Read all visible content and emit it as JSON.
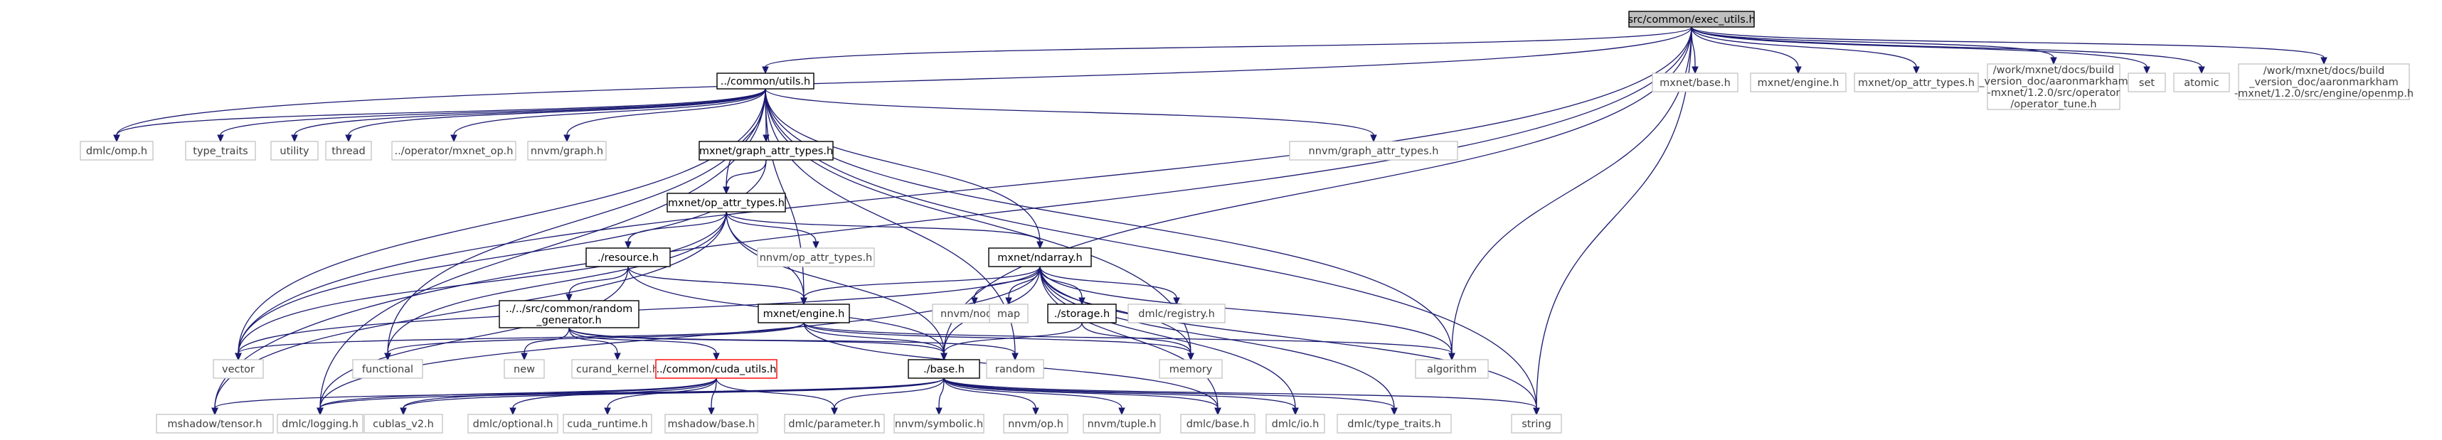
{
  "graph": {
    "nodes": [
      {
        "id": "root",
        "kind": "root",
        "lines": [
          "src/common/exec_utils.h"
        ]
      },
      {
        "id": "common_utils",
        "kind": "doc",
        "lines": [
          "../common/utils.h"
        ]
      },
      {
        "id": "mxnet_base",
        "kind": "ext",
        "lines": [
          "mxnet/base.h"
        ]
      },
      {
        "id": "mxnet_engine_ext",
        "kind": "ext",
        "lines": [
          "mxnet/engine.h"
        ]
      },
      {
        "id": "mxnet_op_attr_ext",
        "kind": "ext",
        "lines": [
          "mxnet/op_attr_types.h"
        ]
      },
      {
        "id": "operator_tune",
        "kind": "ext",
        "lines": [
          "/work/mxnet/docs/build",
          "_version_doc/aaronmarkham",
          "-mxnet/1.2.0/src/operator",
          "/operator_tune.h"
        ]
      },
      {
        "id": "set",
        "kind": "ext",
        "lines": [
          "set"
        ]
      },
      {
        "id": "atomic",
        "kind": "ext",
        "lines": [
          "atomic"
        ]
      },
      {
        "id": "openmp",
        "kind": "ext",
        "lines": [
          "/work/mxnet/docs/build",
          "_version_doc/aaronmarkham",
          "-mxnet/1.2.0/src/engine/openmp.h"
        ]
      },
      {
        "id": "dmlc_omp",
        "kind": "ext",
        "lines": [
          "dmlc/omp.h"
        ]
      },
      {
        "id": "type_traits",
        "kind": "ext",
        "lines": [
          "type_traits"
        ]
      },
      {
        "id": "utility",
        "kind": "ext",
        "lines": [
          "utility"
        ]
      },
      {
        "id": "thread",
        "kind": "ext",
        "lines": [
          "thread"
        ]
      },
      {
        "id": "mxnet_op",
        "kind": "ext",
        "lines": [
          "../operator/mxnet_op.h"
        ]
      },
      {
        "id": "nnvm_graph",
        "kind": "ext",
        "lines": [
          "nnvm/graph.h"
        ]
      },
      {
        "id": "graph_attr",
        "kind": "doc",
        "lines": [
          "mxnet/graph_attr_types.h"
        ]
      },
      {
        "id": "nnvm_graph_attr",
        "kind": "ext",
        "lines": [
          "nnvm/graph_attr_types.h"
        ]
      },
      {
        "id": "op_attr",
        "kind": "doc",
        "lines": [
          "mxnet/op_attr_types.h"
        ]
      },
      {
        "id": "resource",
        "kind": "doc",
        "lines": [
          "./resource.h"
        ]
      },
      {
        "id": "nnvm_op_attr",
        "kind": "ext",
        "lines": [
          "nnvm/op_attr_types.h"
        ]
      },
      {
        "id": "ndarray",
        "kind": "doc",
        "lines": [
          "mxnet/ndarray.h"
        ]
      },
      {
        "id": "random_gen",
        "kind": "doc",
        "lines": [
          "../../src/common/random",
          "_generator.h"
        ]
      },
      {
        "id": "engine",
        "kind": "doc",
        "lines": [
          "mxnet/engine.h"
        ]
      },
      {
        "id": "nnvm_node",
        "kind": "ext",
        "lines": [
          "nnvm/node.h"
        ]
      },
      {
        "id": "map",
        "kind": "ext",
        "lines": [
          "map"
        ]
      },
      {
        "id": "storage",
        "kind": "doc",
        "lines": [
          "./storage.h"
        ]
      },
      {
        "id": "dmlc_registry",
        "kind": "ext",
        "lines": [
          "dmlc/registry.h"
        ]
      },
      {
        "id": "vector",
        "kind": "ext",
        "lines": [
          "vector"
        ]
      },
      {
        "id": "functional",
        "kind": "ext",
        "lines": [
          "functional"
        ]
      },
      {
        "id": "new",
        "kind": "ext",
        "lines": [
          "new"
        ]
      },
      {
        "id": "curand_kernel",
        "kind": "ext",
        "lines": [
          "curand_kernel.h"
        ]
      },
      {
        "id": "cuda_utils",
        "kind": "red",
        "lines": [
          "../common/cuda_utils.h"
        ]
      },
      {
        "id": "base",
        "kind": "doc",
        "lines": [
          "./base.h"
        ]
      },
      {
        "id": "random",
        "kind": "ext",
        "lines": [
          "random"
        ]
      },
      {
        "id": "memory",
        "kind": "ext",
        "lines": [
          "memory"
        ]
      },
      {
        "id": "algorithm",
        "kind": "ext",
        "lines": [
          "algorithm"
        ]
      },
      {
        "id": "mshadow_tensor",
        "kind": "ext",
        "lines": [
          "mshadow/tensor.h"
        ]
      },
      {
        "id": "dmlc_logging",
        "kind": "ext",
        "lines": [
          "dmlc/logging.h"
        ]
      },
      {
        "id": "cublas",
        "kind": "ext",
        "lines": [
          "cublas_v2.h"
        ]
      },
      {
        "id": "dmlc_optional",
        "kind": "ext",
        "lines": [
          "dmlc/optional.h"
        ]
      },
      {
        "id": "cuda_runtime",
        "kind": "ext",
        "lines": [
          "cuda_runtime.h"
        ]
      },
      {
        "id": "mshadow_base",
        "kind": "ext",
        "lines": [
          "mshadow/base.h"
        ]
      },
      {
        "id": "dmlc_parameter",
        "kind": "ext",
        "lines": [
          "dmlc/parameter.h"
        ]
      },
      {
        "id": "nnvm_symbolic",
        "kind": "ext",
        "lines": [
          "nnvm/symbolic.h"
        ]
      },
      {
        "id": "nnvm_op",
        "kind": "ext",
        "lines": [
          "nnvm/op.h"
        ]
      },
      {
        "id": "nnvm_tuple",
        "kind": "ext",
        "lines": [
          "nnvm/tuple.h"
        ]
      },
      {
        "id": "dmlc_base",
        "kind": "ext",
        "lines": [
          "dmlc/base.h"
        ]
      },
      {
        "id": "dmlc_io",
        "kind": "ext",
        "lines": [
          "dmlc/io.h"
        ]
      },
      {
        "id": "dmlc_type_traits",
        "kind": "ext",
        "lines": [
          "dmlc/type_traits.h"
        ]
      },
      {
        "id": "string",
        "kind": "ext",
        "lines": [
          "string"
        ]
      }
    ],
    "edges": [
      [
        "root",
        "common_utils"
      ],
      [
        "root",
        "mxnet_base"
      ],
      [
        "root",
        "mxnet_engine_ext"
      ],
      [
        "root",
        "mxnet_op_attr_ext"
      ],
      [
        "root",
        "operator_tune"
      ],
      [
        "root",
        "set"
      ],
      [
        "root",
        "atomic"
      ],
      [
        "root",
        "openmp"
      ],
      [
        "root",
        "dmlc_omp"
      ],
      [
        "root",
        "vector"
      ],
      [
        "root",
        "mshadow_tensor"
      ],
      [
        "root",
        "base"
      ],
      [
        "root",
        "algorithm"
      ],
      [
        "root",
        "string"
      ],
      [
        "common_utils",
        "dmlc_omp"
      ],
      [
        "common_utils",
        "type_traits"
      ],
      [
        "common_utils",
        "utility"
      ],
      [
        "common_utils",
        "thread"
      ],
      [
        "common_utils",
        "mxnet_op"
      ],
      [
        "common_utils",
        "nnvm_graph"
      ],
      [
        "common_utils",
        "graph_attr"
      ],
      [
        "common_utils",
        "nnvm_graph_attr"
      ],
      [
        "common_utils",
        "op_attr"
      ],
      [
        "common_utils",
        "ndarray"
      ],
      [
        "common_utils",
        "engine"
      ],
      [
        "common_utils",
        "vector"
      ],
      [
        "common_utils",
        "functional"
      ],
      [
        "common_utils",
        "dmlc_logging"
      ],
      [
        "common_utils",
        "memory"
      ],
      [
        "common_utils",
        "random"
      ],
      [
        "common_utils",
        "algorithm"
      ],
      [
        "common_utils",
        "string"
      ],
      [
        "graph_attr",
        "vector"
      ],
      [
        "graph_attr",
        "op_attr"
      ],
      [
        "op_attr",
        "resource"
      ],
      [
        "op_attr",
        "nnvm_op_attr"
      ],
      [
        "op_attr",
        "ndarray"
      ],
      [
        "op_attr",
        "engine"
      ],
      [
        "op_attr",
        "base"
      ],
      [
        "op_attr",
        "vector"
      ],
      [
        "op_attr",
        "functional"
      ],
      [
        "op_attr",
        "mshadow_tensor"
      ],
      [
        "resource",
        "random_gen"
      ],
      [
        "resource",
        "engine"
      ],
      [
        "resource",
        "base"
      ],
      [
        "resource",
        "dmlc_logging"
      ],
      [
        "random_gen",
        "new"
      ],
      [
        "random_gen",
        "curand_kernel"
      ],
      [
        "random_gen",
        "cuda_utils"
      ],
      [
        "random_gen",
        "random"
      ],
      [
        "random_gen",
        "base"
      ],
      [
        "ndarray",
        "engine"
      ],
      [
        "ndarray",
        "nnvm_node"
      ],
      [
        "ndarray",
        "map"
      ],
      [
        "ndarray",
        "storage"
      ],
      [
        "ndarray",
        "dmlc_registry"
      ],
      [
        "ndarray",
        "base"
      ],
      [
        "ndarray",
        "vector"
      ],
      [
        "ndarray",
        "memory"
      ],
      [
        "ndarray",
        "algorithm"
      ],
      [
        "ndarray",
        "string"
      ],
      [
        "ndarray",
        "dmlc_io"
      ],
      [
        "ndarray",
        "dmlc_type_traits"
      ],
      [
        "ndarray",
        "dmlc_base"
      ],
      [
        "ndarray",
        "dmlc_logging"
      ],
      [
        "engine",
        "base"
      ],
      [
        "engine",
        "vector"
      ],
      [
        "engine",
        "functional"
      ],
      [
        "engine",
        "memory"
      ],
      [
        "engine",
        "algorithm"
      ],
      [
        "engine",
        "dmlc_base"
      ],
      [
        "storage",
        "base"
      ],
      [
        "storage",
        "memory"
      ],
      [
        "cuda_utils",
        "dmlc_logging"
      ],
      [
        "cuda_utils",
        "cublas"
      ],
      [
        "cuda_utils",
        "dmlc_optional"
      ],
      [
        "cuda_utils",
        "cuda_runtime"
      ],
      [
        "cuda_utils",
        "mshadow_base"
      ],
      [
        "cuda_utils",
        "dmlc_parameter"
      ],
      [
        "base",
        "dmlc_base"
      ],
      [
        "base",
        "dmlc_io"
      ],
      [
        "base",
        "dmlc_type_traits"
      ],
      [
        "base",
        "dmlc_parameter"
      ],
      [
        "base",
        "nnvm_symbolic"
      ],
      [
        "base",
        "nnvm_op"
      ],
      [
        "base",
        "nnvm_tuple"
      ],
      [
        "base",
        "mshadow_tensor"
      ],
      [
        "base",
        "dmlc_logging"
      ],
      [
        "base",
        "string"
      ],
      [
        "base",
        "cublas"
      ]
    ]
  }
}
